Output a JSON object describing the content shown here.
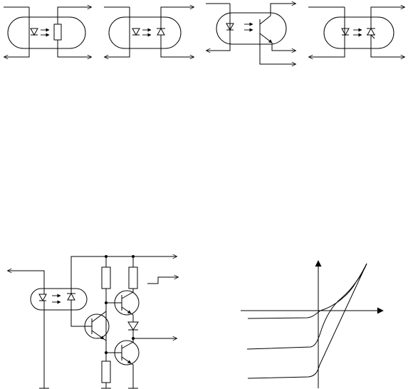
{
  "figure": {
    "background": "#ffffff",
    "line_color": "#000000",
    "optocoupler_variants": [
      {
        "id": "a",
        "output_element": "resistor"
      },
      {
        "id": "b",
        "output_element": "photodiode"
      },
      {
        "id": "c",
        "output_element": "phototransistor"
      },
      {
        "id": "d",
        "output_element": "photothyristor"
      }
    ],
    "circuit": {
      "components": [
        "optocoupler",
        "transistor",
        "transistor",
        "transistor",
        "resistor",
        "resistor",
        "resistor",
        "diode"
      ]
    },
    "graph": {
      "axes": [
        "x",
        "y"
      ],
      "curve_count": 3
    }
  }
}
